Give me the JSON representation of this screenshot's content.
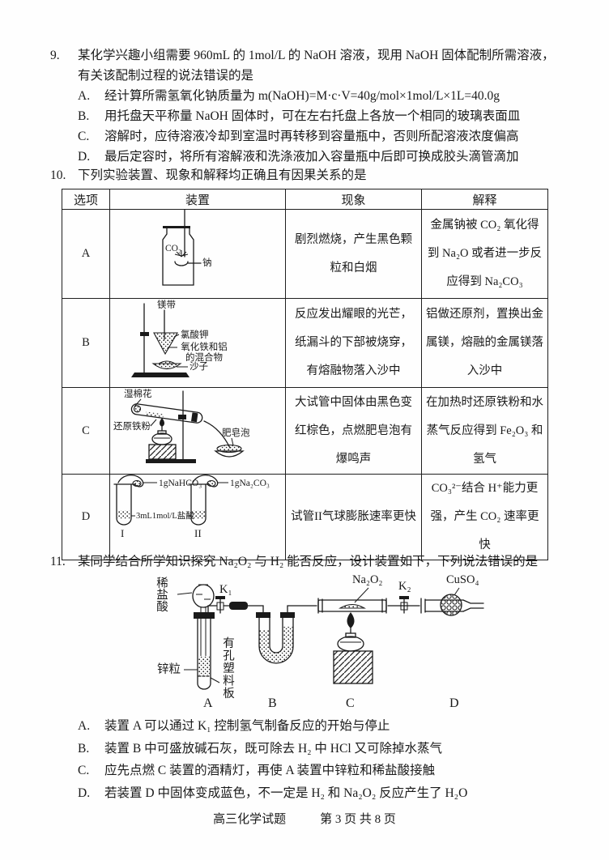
{
  "q9": {
    "number": "9.",
    "stem_line1": "某化学兴趣小组需要 960mL 的 1mol/L 的 NaOH 溶液，现用 NaOH 固体配制所需溶液，",
    "stem_line2": "有关该配制过程的说法错误的是",
    "options": [
      {
        "label": "A.",
        "text": "经计算所需氢氧化钠质量为 m(NaOH)=M·c·V=40g/mol×1mol/L×1L=40.0g"
      },
      {
        "label": "B.",
        "text": "用托盘天平称量 NaOH 固体时，可在左右托盘上各放一个相同的玻璃表面皿"
      },
      {
        "label": "C.",
        "text": "溶解时，应待溶液冷却到室温时再转移到容量瓶中，否则所配溶液浓度偏高"
      },
      {
        "label": "D.",
        "text": "最后定容时，将所有溶解液和洗涤液加入容量瓶中后即可换成胶头滴管滴加"
      }
    ]
  },
  "q10": {
    "number": "10.",
    "stem": "下列实验装置、现象和解释均正确且有因果关系的是",
    "table": {
      "headers": [
        "选项",
        "装置",
        "现象",
        "解释"
      ],
      "rows": [
        {
          "option": "A",
          "device": {
            "gas_label": "CO₂",
            "metal_label": "钠"
          },
          "phenomenon": "剧烈燃烧，产生黑色颗粒和白烟",
          "explanation": "金属钠被 CO₂ 氧化得到 Na₂O 或者进一步反应得到 Na₂CO₃"
        },
        {
          "option": "B",
          "device": {
            "ribbon_label": "镁带",
            "chlorate_label": "氯酸钾",
            "mixture_label": "氧化铁和铝的混合物",
            "sand_label": "沙子"
          },
          "phenomenon": "反应发出耀眼的光芒，纸漏斗的下部被烧穿，有熔融物落入沙中",
          "explanation": "铝做还原剂，置换出金属镁，熔融的金属镁落入沙中"
        },
        {
          "option": "C",
          "device": {
            "cotton_label": "湿棉花",
            "iron_label": "还原铁粉",
            "soap_label": "肥皂泡"
          },
          "phenomenon": "大试管中固体由黑色变红棕色，点燃肥皂泡有爆鸣声",
          "explanation": "在加热时还原铁粉和水蒸气反应得到 Fe₂O₃ 和氢气"
        },
        {
          "option": "D",
          "device": {
            "balloon1_label": "1gNaHCO₃",
            "balloon2_label": "1gNa₂CO₃",
            "acid_label": "3mL1mol/L盐酸",
            "tube1_label": "I",
            "tube2_label": "II"
          },
          "phenomenon": "试管II气球膨胀速率更快",
          "explanation": "CO₃²⁻结合 H⁺能力更强，产生 CO₂ 速率更快"
        }
      ]
    }
  },
  "q11": {
    "number": "11.",
    "stem": "某同学结合所学知识探究 Na₂O₂ 与 H₂ 能否反应，设计装置如下，下列说法错误的是",
    "diagram": {
      "dilute_acid_label": "稀盐酸",
      "k1_label": "K₁",
      "k2_label": "K₂",
      "na2o2_label": "Na₂O₂",
      "cuso4_label": "CuSO₄",
      "zinc_label": "锌粒",
      "plate_label": "有孔塑料板",
      "part_a": "A",
      "part_b": "B",
      "part_c": "C",
      "part_d": "D"
    },
    "options": [
      {
        "label": "A.",
        "text": "装置 A 可以通过 K₁ 控制氢气制备反应的开始与停止"
      },
      {
        "label": "B.",
        "text": "装置 B 中可盛放碱石灰，既可除去 H₂ 中 HCl 又可除掉水蒸气"
      },
      {
        "label": "C.",
        "text": "应先点燃 C 装置的酒精灯，再使 A 装置中锌粒和稀盐酸接触"
      },
      {
        "label": "D.",
        "text": "若装置 D 中固体变成蓝色，不一定是 H₂ 和 Na₂O₂ 反应产生了 H₂O"
      }
    ]
  },
  "footer": {
    "exam_title": "高三化学试题",
    "page_info": "第 3 页 共 8 页"
  }
}
